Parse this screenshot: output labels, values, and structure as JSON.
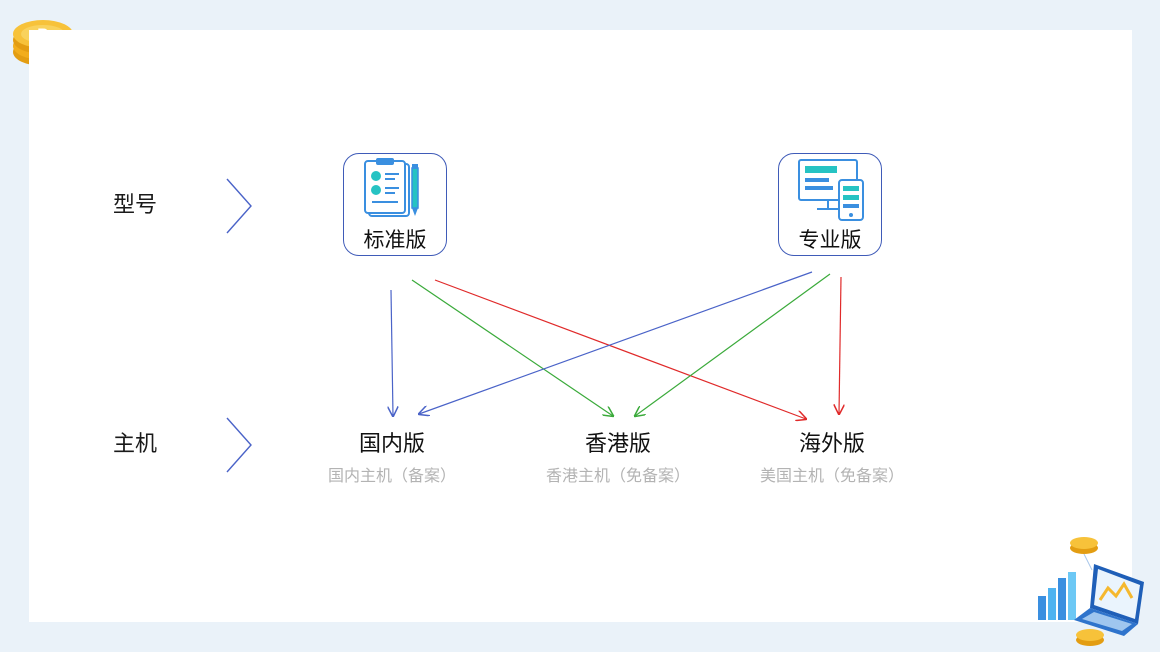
{
  "rows": {
    "model_label": "型号",
    "host_label": "主机"
  },
  "models": [
    {
      "name": "标准版",
      "icon": "clipboard-icon"
    },
    {
      "name": "专业版",
      "icon": "devices-icon"
    }
  ],
  "hosts": [
    {
      "name": "国内版",
      "sub": "国内主机（备案）"
    },
    {
      "name": "香港版",
      "sub": "香港主机（免备案）"
    },
    {
      "name": "海外版",
      "sub": "美国主机（免备案）"
    }
  ],
  "colors": {
    "background": "#eaf2f9",
    "card": "#ffffff",
    "border_blue": "#3f5bb8",
    "arrow_blue": "#4a63c8",
    "arrow_green": "#3aaa3a",
    "arrow_red": "#e02a2a",
    "icon_teal": "#26c3c3",
    "icon_blue": "#3a8fe0",
    "coin_gold": "#f5b82e",
    "sub_gray": "#b3b3b3"
  },
  "decorations": [
    "bitcoin-coin-icon",
    "laptop-chart-illustration"
  ]
}
